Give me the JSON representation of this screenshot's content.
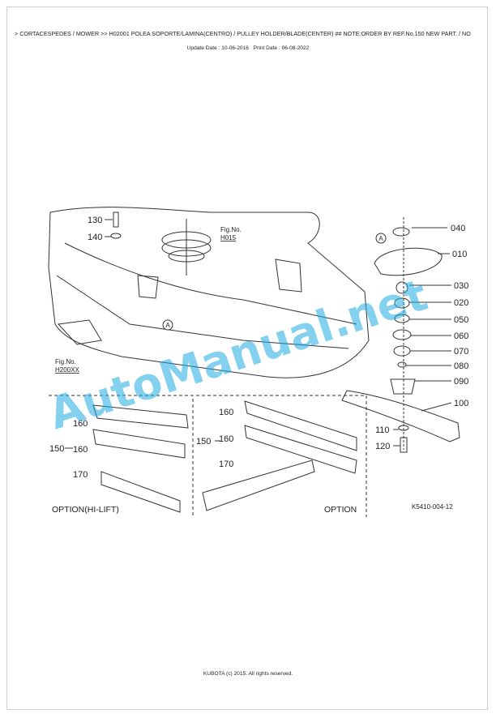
{
  "header": {
    "breadcrumb": "> CORTACESPEDES / MOWER >> H02001    POLEA SOPORTE/LAMINA(CENTRO) / PULLEY HOLDER/BLADE(CENTER) ## NOTE:ORDER BY REF.No.150 NEW PART. / NO",
    "update_date": "Update Date : 10-06-2016",
    "print_date": "Print Date : 06-08-2022"
  },
  "diagram": {
    "callouts": {
      "p130": "130",
      "p140": "140",
      "p040": "040",
      "p010": "010",
      "p030": "030",
      "p020": "020",
      "p050": "050",
      "p060": "060",
      "p070": "070",
      "p080": "080",
      "p090": "090",
      "p100": "100",
      "p110": "110",
      "p120": "120",
      "left_150": "150",
      "left_160a": "160",
      "left_160b": "160",
      "left_170": "170",
      "mid_150": "150",
      "mid_160a": "160",
      "mid_160b": "160",
      "mid_170": "170",
      "marker_a1": "A",
      "marker_a2": "A"
    },
    "fig_refs": {
      "h015_label": "Fig.No.",
      "h015_code": "H015",
      "h200_label": "Fig.No.",
      "h200_code": "H200XX"
    },
    "options": {
      "hi_lift": "OPTION(HI-LIFT)",
      "standard": "OPTION"
    },
    "drawing_code": "K5410-004-12",
    "watermark": "AutoManual.net",
    "watermark_color": "#1ea9e1"
  },
  "footer": {
    "copyright": "KUBOTA (c) 2015. All rights reserved."
  }
}
